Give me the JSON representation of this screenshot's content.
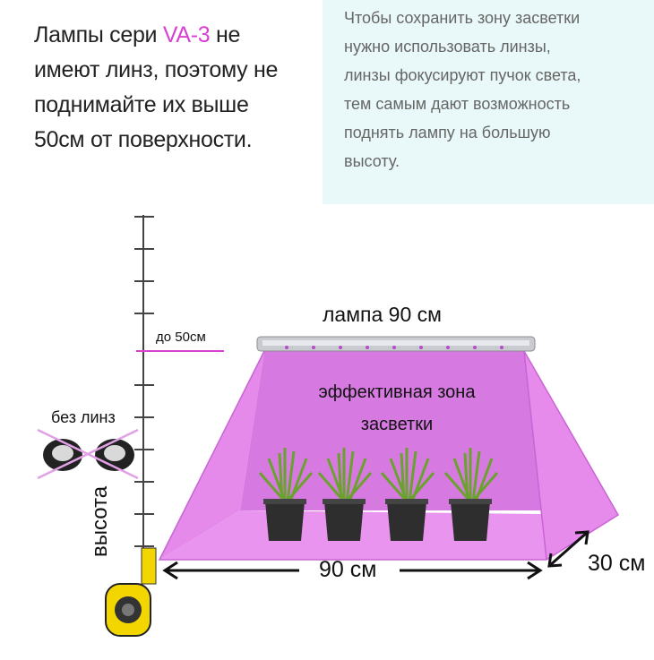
{
  "left_note": {
    "line1_before": "Лампы сери ",
    "series": "VA-3",
    "line1_after": " не",
    "line2": "имеют линз, поэтому не",
    "line3": "поднимайте их выше",
    "line4": "50см от поверхности."
  },
  "right_note": {
    "lines": [
      "Чтобы сохранить зону засветки",
      "нужно использовать линзы,",
      "линзы фокусируют пучок света,",
      "тем самым дают возможность",
      "поднять лампу на большую",
      "высоту."
    ]
  },
  "diagram": {
    "lamp_label": "лампа 90 см",
    "zone_label_line1": "эффективная зона",
    "zone_label_line2": "засветки",
    "max_height_label": "до 50см",
    "no_lens_label": "без линз",
    "height_label": "высота",
    "width_label": "90 см",
    "depth_label": "30 см",
    "colors": {
      "light": "#e07ee8",
      "accent": "#d93fd3",
      "tape": "#f3d600"
    }
  }
}
